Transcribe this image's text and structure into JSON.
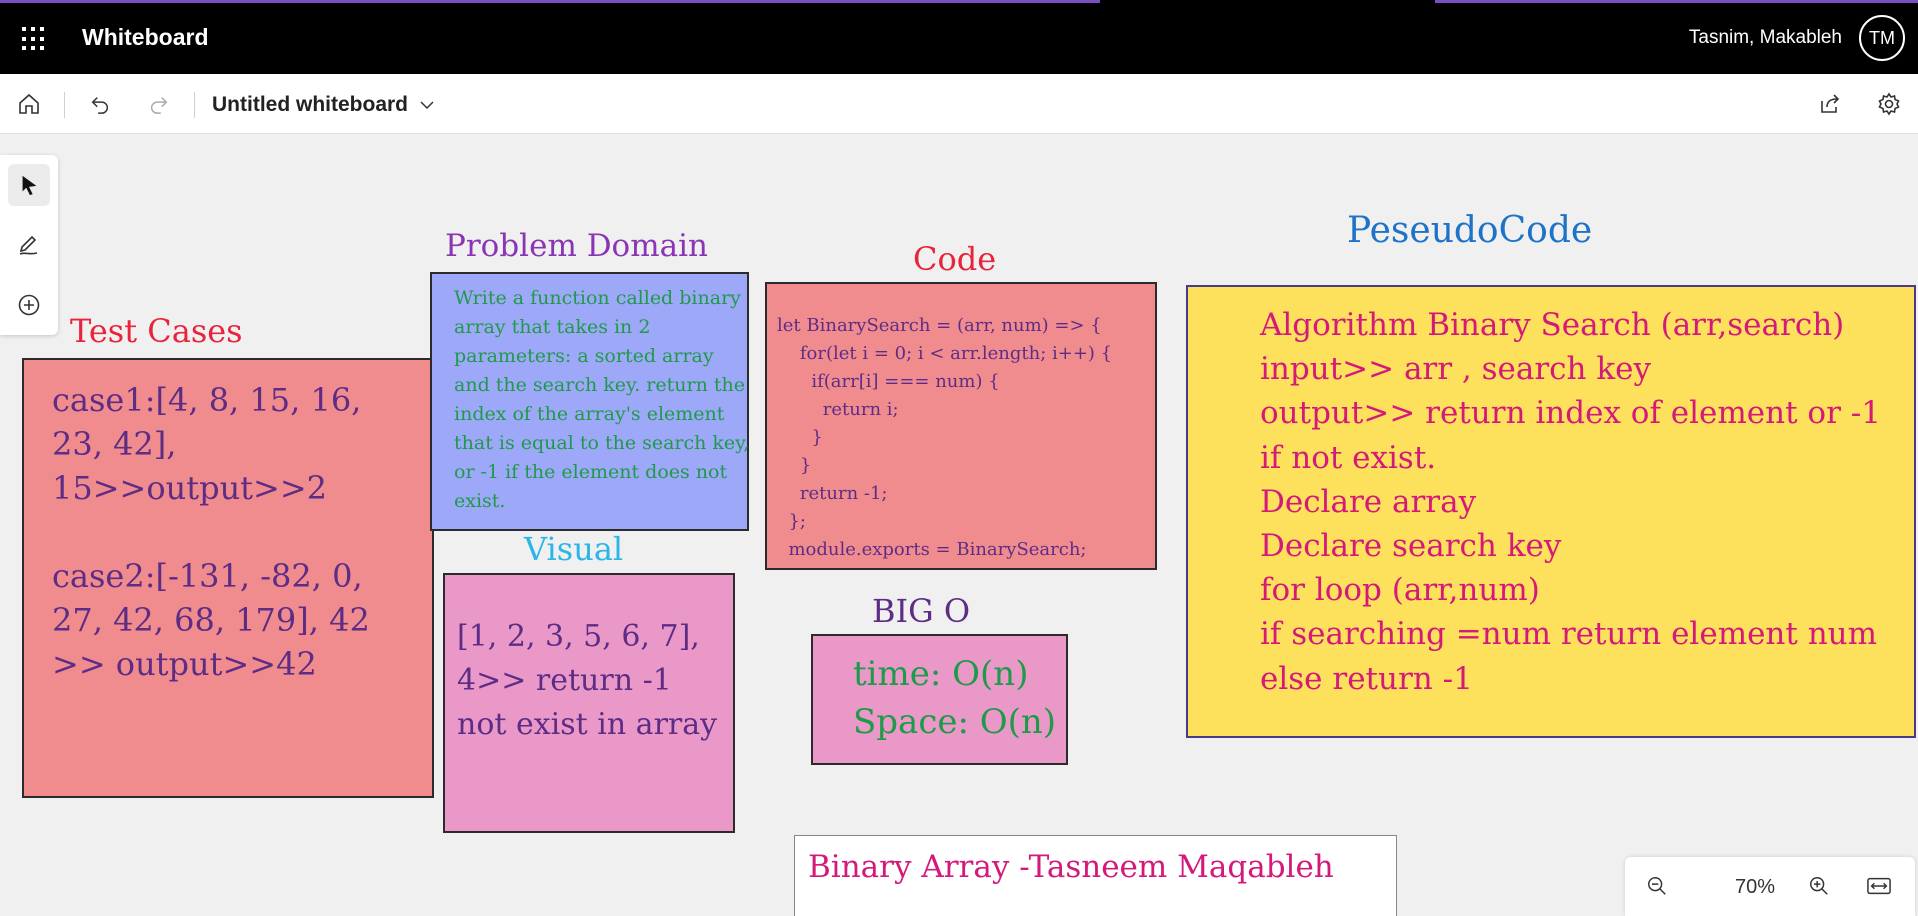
{
  "app": {
    "title": "Whiteboard",
    "user_name": "Tasnim, Makableh",
    "user_initials": "TM"
  },
  "toolbar": {
    "board_title": "Untitled whiteboard"
  },
  "icons": {
    "app_launcher": "waffle-icon",
    "home": "home-icon",
    "undo": "undo-icon",
    "redo": "redo-icon",
    "title_menu": "chevron-down-icon",
    "share": "share-icon",
    "settings": "gear-icon",
    "select_tool": "pointer-icon",
    "pen_tool": "pen-icon",
    "insert_tool": "add-icon",
    "zoom_out": "zoom-out-icon",
    "zoom_in": "zoom-in-icon",
    "fit": "fit-width-icon"
  },
  "board": {
    "test_cases": {
      "heading": "Test Cases",
      "text": "case1:[4, 8, 15, 16,\n23, 42],\n15>>output>>2\n\ncase2:[-131, -82, 0,\n27, 42, 68, 179], 42\n>> output>>42"
    },
    "problem_domain": {
      "heading": "Problem Domain",
      "text": "Write a function called binary array that takes in 2 parameters: a sorted array and the search key. return the index of the array's element that is equal to the search key, or -1 if the element does not exist."
    },
    "code": {
      "heading": "Code",
      "text": "let BinarySearch = (arr, num) => {\n    for(let i = 0; i < arr.length; i++) {\n      if(arr[i] === num) {\n        return i;\n      }\n    }\n    return -1;\n  };\n  module.exports = BinarySearch;"
    },
    "visual": {
      "heading": "Visual",
      "text": "[1, 2, 3, 5, 6, 7],\n4>> return -1\nnot exist in array"
    },
    "big_o": {
      "heading": "BIG O",
      "text": "time: O(n)\nSpace: O(n)"
    },
    "pseudocode": {
      "heading": "PeseudoCode",
      "text": "Algorithm Binary Search (arr,search)\ninput>> arr , search key\noutput>> return index of element or -1\nif not exist.\nDeclare array\nDeclare search key\nfor loop (arr,num)\nif searching =num return element num\nelse return -1"
    },
    "footer": {
      "text": "Binary Array -Tasneem Maqableh"
    }
  },
  "zoom": {
    "level": "70%"
  },
  "colors": {
    "app_bar": "#000000",
    "accent_line": "#7a4fc4",
    "canvas": "#f0f0f0",
    "note_red": "#f08c8e",
    "note_blue": "#9da8f8",
    "note_pink": "#ea98c8",
    "note_yellow": "#fde05c"
  }
}
